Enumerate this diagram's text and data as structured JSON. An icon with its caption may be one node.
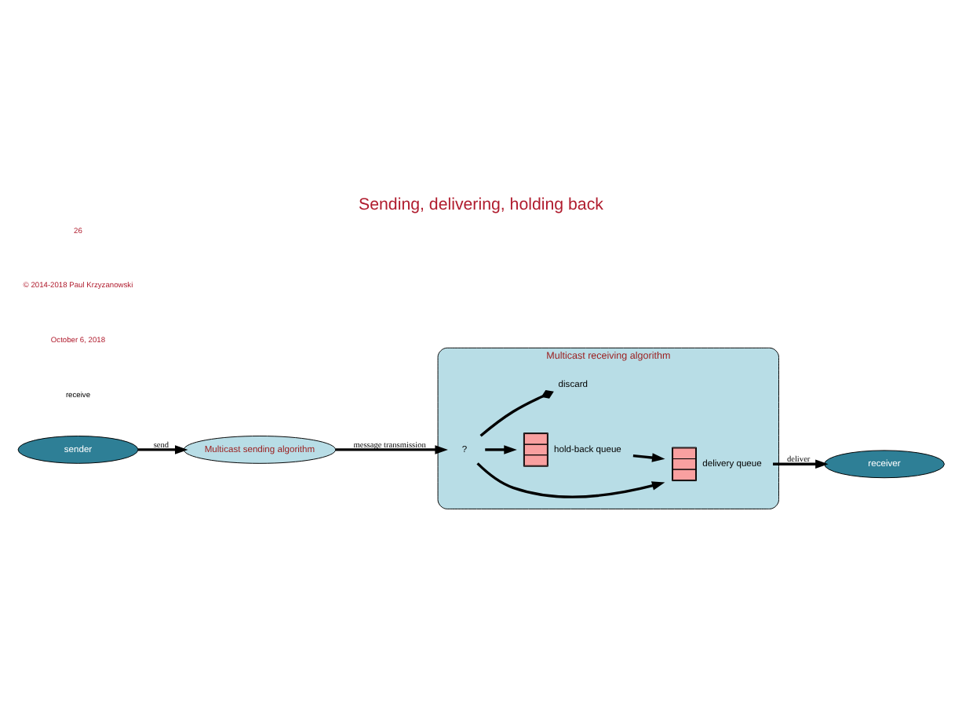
{
  "diagram": {
    "title": "Sending, delivering, holding back",
    "nodes": [
      {
        "text": [
          "sender"
        ]
      },
      {
        "text": [
          "Multicast sending algorithm"
        ]
      },
      {
        "text": [
          "receiver"
        ]
      },
      {
        "text": [
          "Multicast receiving algorithm"
        ]
      },
      {
        "text": [],
        "shape": "box",
        "beside": [
          "delivery queue"
        ],
        "in": 3
      },
      {
        "text": [],
        "shape": "box",
        "beside": [
          "hold-back queue"
        ],
        "in": 3
      },
      {
        "text": [
          "?"
        ],
        "in": 3
      },
      {
        "text": [
          "discard"
        ],
        "in": 3
      }
    ],
    "edges": [
      {
        "from": 0,
        "to": 1,
        "arrow": "to",
        "label": "send"
      },
      {
        "from": 1,
        "to": 6,
        "arrow": "to",
        "label": "message transmission"
      },
      {
        "from": 6,
        "to": 4,
        "arrow": "to"
      },
      {
        "from": 6,
        "to": 5,
        "arrow": "to"
      },
      {
        "from": 6,
        "to": 7,
        "arrow": "other"
      },
      {
        "from": 5,
        "to": 4,
        "arrow": "to"
      },
      {
        "from": 4,
        "to": 2,
        "arrow": "to",
        "label": "deliver"
      }
    ],
    "labels": [
      "receive",
      "October 6, 2018",
      "© 2014-2018 Paul Krzyzanowski",
      "26"
    ]
  }
}
